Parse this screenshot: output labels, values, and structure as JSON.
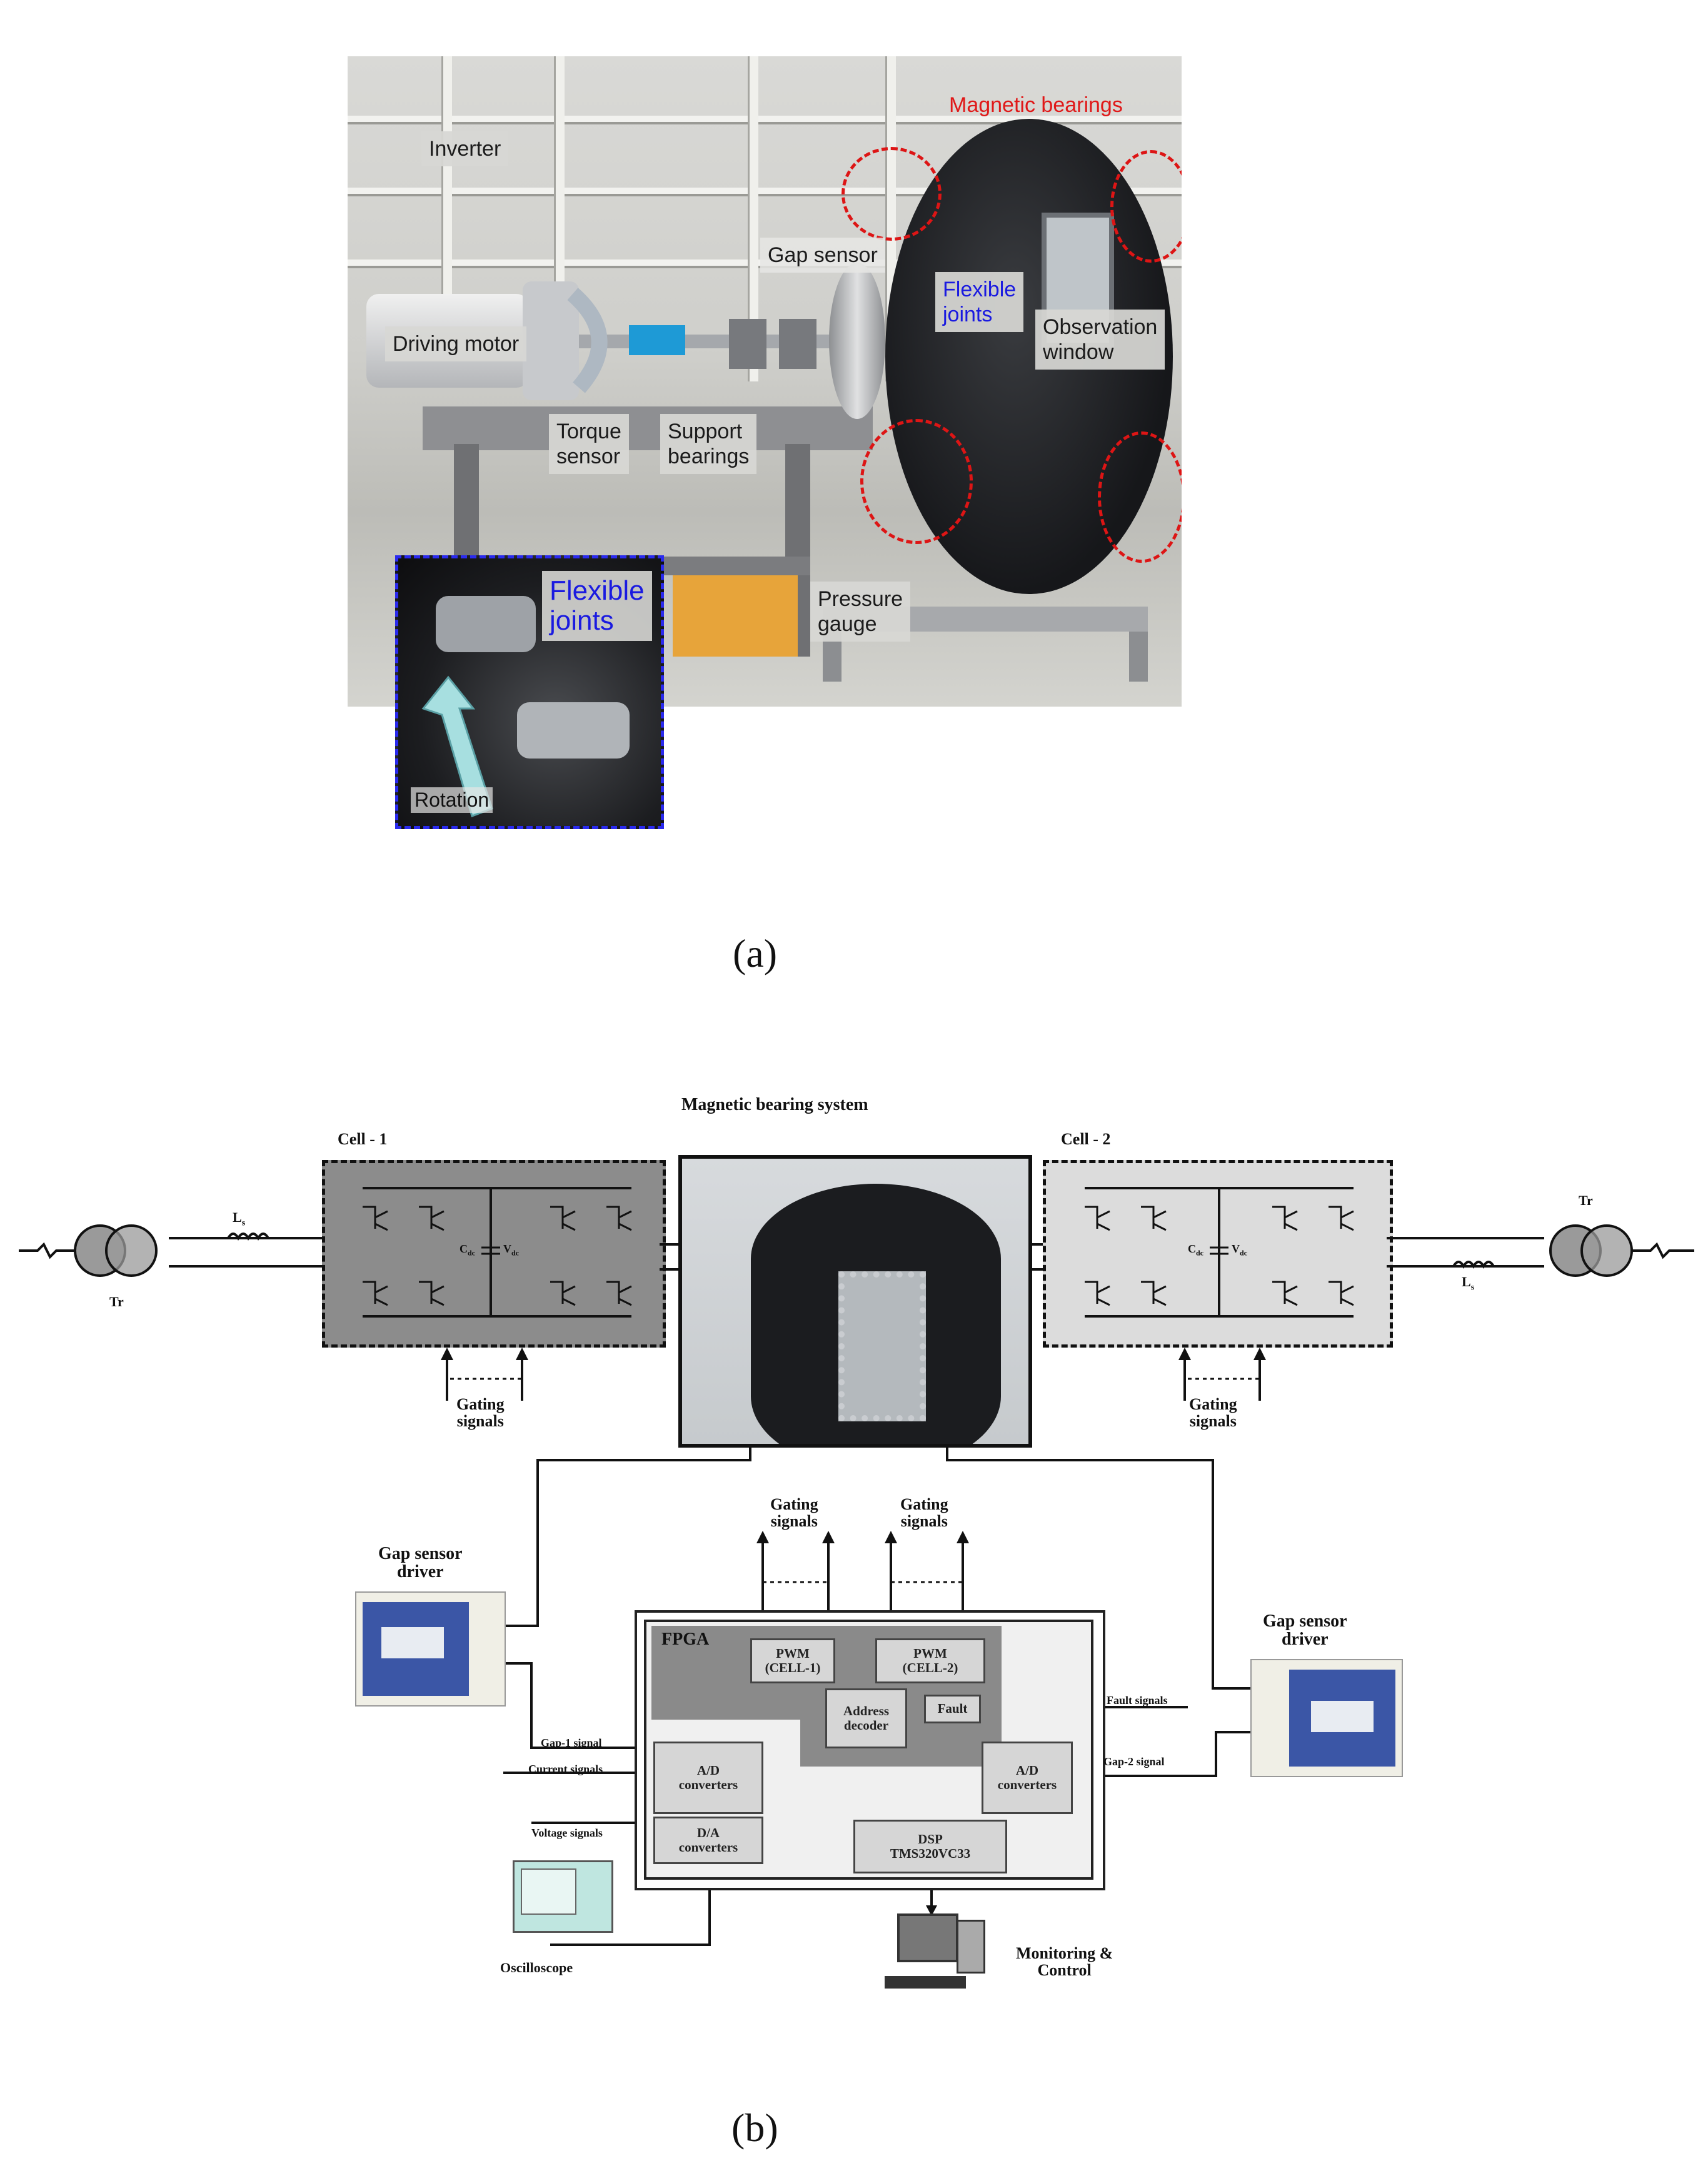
{
  "panel_a": {
    "labels": {
      "inverter": "Inverter",
      "magnetic_bearings": "Magnetic bearings",
      "gap_sensor": "Gap sensor",
      "flexible_joints": "Flexible\njoints",
      "driving_motor": "Driving motor",
      "observation_window": "Observation\nwindow",
      "torque_sensor": "Torque\nsensor",
      "support_bearings": "Support\nbearings",
      "pressure_gauge": "Pressure\ngauge",
      "inset_flexible_joints": "Flexible\njoints",
      "rotation": "Rotation"
    },
    "caption": "(a)"
  },
  "panel_b": {
    "title": "Magnetic bearing system",
    "cell1_label": "Cell - 1",
    "cell2_label": "Cell - 2",
    "tr_left": "Tr",
    "tr_right": "Tr",
    "ls_left": "L",
    "ls_left_sub": "s",
    "ls_right": "L",
    "ls_right_sub": "s",
    "cap_left": "C",
    "cap_left_sub": "dc",
    "vdc_left": "V",
    "vdc_left_sub": "dc",
    "cap_right": "C",
    "cap_right_sub": "dc",
    "vdc_right": "V",
    "vdc_right_sub": "dc",
    "gating_left": "Gating\nsignals",
    "gating_right": "Gating\nsignals",
    "gating_top_1": "Gating\nsignals",
    "gating_top_2": "Gating\nsignals",
    "gap_driver_left": "Gap sensor\ndriver",
    "gap_driver_right": "Gap sensor\ndriver",
    "fpga": "FPGA",
    "pwm1": "PWM\n(CELL-1)",
    "pwm2": "PWM\n(CELL-2)",
    "address_decoder": "Address\ndecoder",
    "fault": "Fault",
    "ad_left": "A/D\nconverters",
    "da": "D/A\nconverters",
    "ad_right": "A/D\nconverters",
    "dsp": "DSP\nTMS320VC33",
    "fault_signals": "Fault signals",
    "gap1_signal": "Gap-1 signal",
    "gap2_signal": "Gap-2 signal",
    "current_signals": "Current signals",
    "voltage_signals": "Voltage signals",
    "oscilloscope": "Oscilloscope",
    "monitoring": "Monitoring &\nControl",
    "caption": "(b)"
  },
  "colors": {
    "label_red": "#e01818",
    "label_blue": "#1a1ae0",
    "cell1_fill": "#8c8c8c",
    "cell2_fill": "#dcdcdc"
  }
}
